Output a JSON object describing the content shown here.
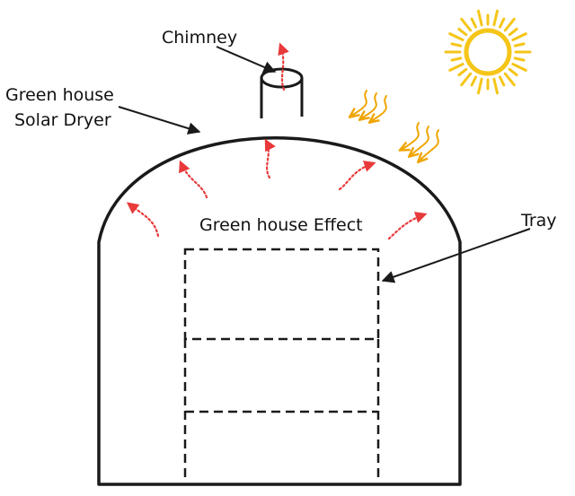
{
  "labels": {
    "chimney": "Chimney",
    "dryer_line1": "Green house",
    "dryer_line2": "Solar Dryer",
    "effect": "Green house Effect",
    "tray": "Tray"
  },
  "colors": {
    "outline": "#1a1a1a",
    "heat_arrows": "#e8393b",
    "sun": "#f5c518",
    "sun_rays": "#f0a500",
    "background": "#ffffff"
  },
  "tray_levels": 3
}
